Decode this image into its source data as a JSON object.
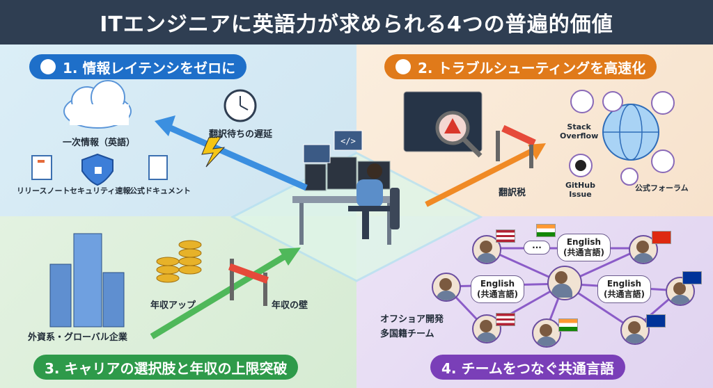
{
  "title": "ITエンジニアに英語力が求められる4つの普遍的価値",
  "sections": [
    {
      "label": "1. 情報レイテンシをゼロに"
    },
    {
      "label": "2. トラブルシューティングを高速化"
    },
    {
      "label": "3. キャリアの選択肢と年収の上限突破"
    },
    {
      "label": "4. チームをつなぐ共通言語"
    }
  ],
  "q1": {
    "cloud_label": "一次情報（英語）",
    "delay_label": "翻訳待ちの遅延",
    "docs": [
      "リリースノート",
      "セキュリティ速報",
      "公式ドキュメント"
    ]
  },
  "q2": {
    "tax_label": "翻訳税",
    "sources": [
      "Stack\nOverflow",
      "GitHub\nIssue",
      "公式フォーラム"
    ]
  },
  "q3": {
    "company_label": "外資系・グローバル企業",
    "raise_label": "年収アップ",
    "wall_label": "年収の壁"
  },
  "q4": {
    "bubbles": [
      "English\n(共通言語)",
      "English\n(共通言語)",
      "English\n(共通言語)"
    ],
    "team_label": "オフショア開発\n多国籍チーム"
  },
  "colors": {
    "blue": "#1e6fc9",
    "orange": "#e07a1a",
    "green": "#2e9a4a",
    "purple": "#7a3fb8"
  }
}
